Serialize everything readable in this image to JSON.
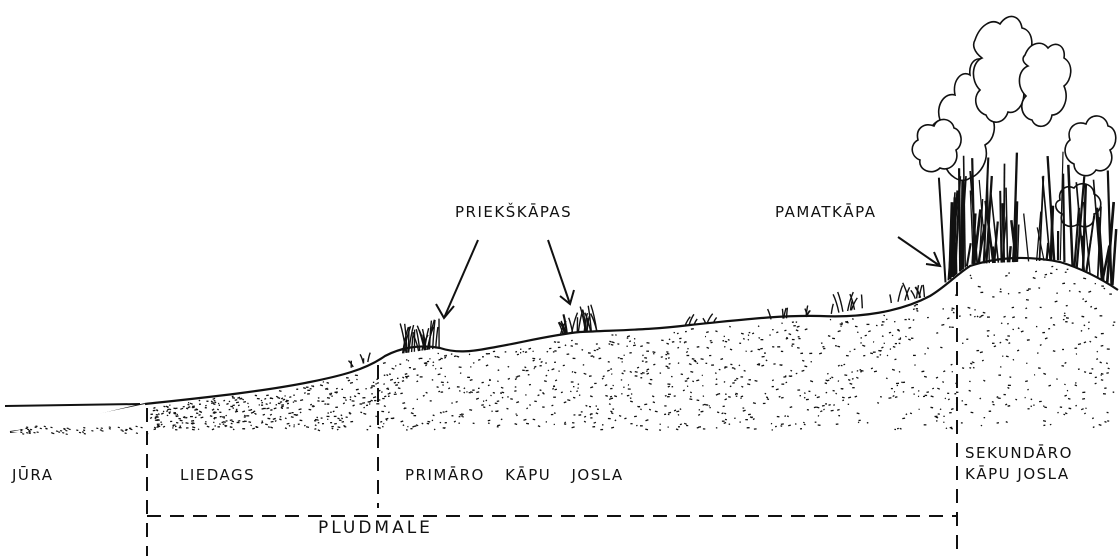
{
  "labels": {
    "priekskapas": "PRIEKŠKĀPAS",
    "pamatkapa": "PAMATKĀPA",
    "jura": "JŪRA",
    "liedags": "LIEDAGS",
    "primaro_kapu_josla": "PRIMĀRO KĀPU JOSLA",
    "sekundaro_line1": "SEKUNDĀRO",
    "sekundaro_line2": "KĀPU JOSLA",
    "pludmale": "PLUDMALE"
  },
  "colors": {
    "ink": "#111111",
    "background": "#ffffff"
  }
}
